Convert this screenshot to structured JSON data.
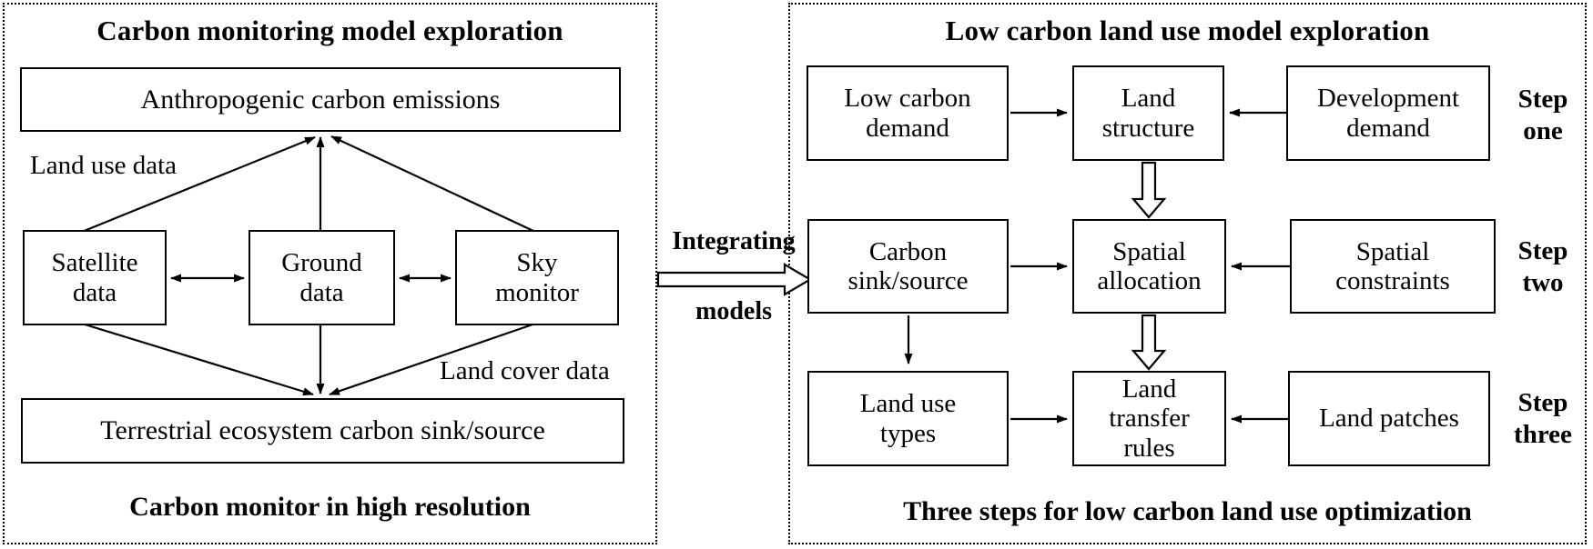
{
  "left_panel": {
    "title": "Carbon monitoring model exploration",
    "footer": "Carbon monitor in high resolution",
    "boxes": {
      "emissions": "Anthropogenic carbon emissions",
      "satellite": "Satellite data",
      "ground": "Ground data",
      "sky": "Sky monitor",
      "terrestrial": "Terrestrial ecosystem carbon sink/source"
    },
    "edge_labels": {
      "land_use": "Land use data",
      "land_cover": "Land cover data"
    }
  },
  "connector": {
    "top_label": "Integrating",
    "bottom_label": "models"
  },
  "right_panel": {
    "title": "Low carbon land use model exploration",
    "footer": "Three steps for low carbon land use optimization",
    "boxes": {
      "low_carbon_demand": "Low carbon demand",
      "land_structure": "Land structure",
      "development_demand": "Development demand",
      "carbon_sink_source": "Carbon sink/source",
      "spatial_allocation": "Spatial allocation",
      "spatial_constraints": "Spatial constraints",
      "land_use_types": "Land use types",
      "land_transfer_rules": "Land transfer rules",
      "land_patches": "Land patches"
    },
    "steps": {
      "one": "Step\none",
      "two": "Step\ntwo",
      "three": "Step\nthree"
    }
  },
  "colors": {
    "text": "#000000",
    "line": "#000000",
    "background": "#ffffff"
  }
}
